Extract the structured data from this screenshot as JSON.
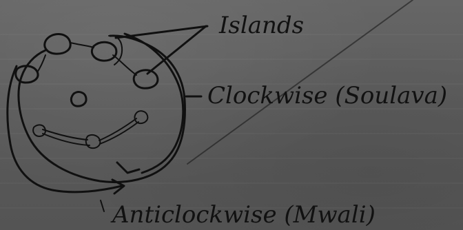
{
  "labels": {
    "islands": "Islands",
    "clockwise": "Clockwise (Soulava)",
    "anticlockwise": "Anticlockwise (Mwali)"
  }
}
